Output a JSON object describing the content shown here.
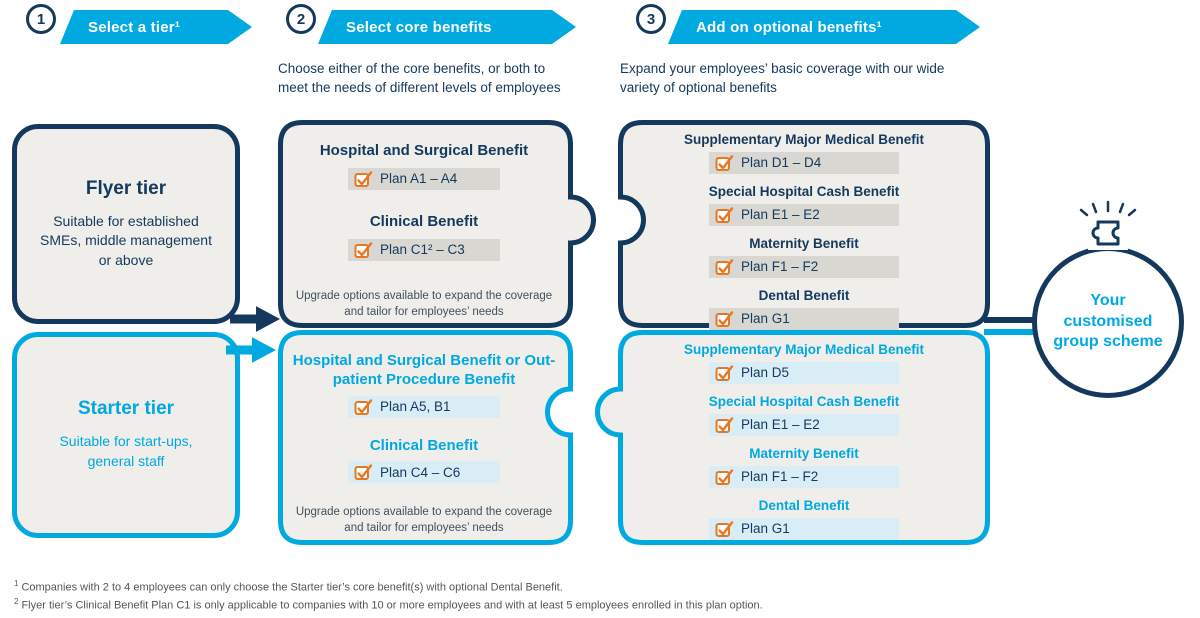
{
  "steps": [
    {
      "number": "1",
      "label": "Select a tier¹",
      "description": ""
    },
    {
      "number": "2",
      "label": "Select core benefits",
      "description": "Choose either of the core benefits, or both to meet the needs of different levels of employees"
    },
    {
      "number": "3",
      "label": "Add on optional benefits¹",
      "description": "Expand your employees’ basic coverage with our wide variety of optional benefits"
    }
  ],
  "tiers": [
    {
      "name": "Flyer tier",
      "description": "Suitable for established SMEs, middle management or above"
    },
    {
      "name": "Starter tier",
      "description": "Suitable for start-ups, general staff"
    }
  ],
  "core_benefits": [
    {
      "tier": "Flyer",
      "items": [
        {
          "title": "Hospital and Surgical Benefit",
          "plan": "Plan A1 – A4"
        },
        {
          "title": "Clinical Benefit",
          "plan": "Plan C1² – C3"
        }
      ],
      "note": "Upgrade options available to expand the coverage and tailor for employees’ needs"
    },
    {
      "tier": "Starter",
      "items": [
        {
          "title": "Hospital and Surgical Benefit or Out-patient Procedure Benefit",
          "plan": "Plan A5, B1"
        },
        {
          "title": "Clinical Benefit",
          "plan": "Plan C4 – C6"
        }
      ],
      "note": "Upgrade options available to expand the coverage and tailor for employees’ needs"
    }
  ],
  "optional_benefits": [
    {
      "tier": "Flyer",
      "items": [
        {
          "title": "Supplementary Major Medical Benefit",
          "plan": "Plan D1 – D4"
        },
        {
          "title": "Special Hospital Cash Benefit",
          "plan": "Plan E1 – E2"
        },
        {
          "title": "Maternity Benefit",
          "plan": "Plan F1 – F2"
        },
        {
          "title": "Dental Benefit",
          "plan": "Plan G1"
        }
      ]
    },
    {
      "tier": "Starter",
      "items": [
        {
          "title": "Supplementary Major Medical Benefit",
          "plan": "Plan D5"
        },
        {
          "title": "Special Hospital Cash Benefit",
          "plan": "Plan E1 – E2"
        },
        {
          "title": "Maternity Benefit",
          "plan": "Plan F1 – F2"
        },
        {
          "title": "Dental Benefit",
          "plan": "Plan G1"
        }
      ]
    }
  ],
  "result": {
    "label": "Your customised group scheme"
  },
  "footnotes": [
    {
      "marker": "1",
      "text": "Companies with 2 to 4 employees can only choose the Starter tier’s core benefit(s) with optional Dental Benefit."
    },
    {
      "marker": "2",
      "text": "Flyer tier’s Clinical Benefit Plan C1 is only applicable to companies with 10 or more employees and with at least 5 employees enrolled in this plan option."
    }
  ],
  "colors": {
    "navy": "#14395c",
    "cyan": "#00a9e0",
    "orange": "#e87722",
    "panel_fill": "#efeeeb",
    "plan_bar_gray": "#d8d7d2",
    "plan_bar_cyan": "#d9edf7"
  }
}
